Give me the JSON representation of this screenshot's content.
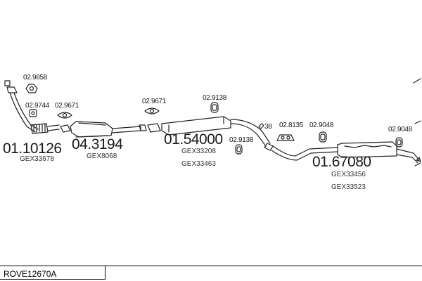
{
  "diagram": {
    "part_code": "ROVE12670A",
    "labels": {
      "l_29858": "02.9858",
      "l_29744": "02.9744",
      "l_29671a": "02.9671",
      "l_29671b": "02.9671",
      "l_29138a": "02.9138",
      "l_29138b": "02.9138",
      "l_28135": "02.8135",
      "l_29048a": "02.9048",
      "l_29048b": "02.9048",
      "l_38": "38",
      "b_0110126": "01.10126",
      "b_043194": "04.3194",
      "b_0154000": "01.54000",
      "b_0167080": "01.67080",
      "g_33678": "GEX33678",
      "g_8068": "GEX8068",
      "g_33208": "GEX33208",
      "g_33463": "GEX33463",
      "g_33456": "GEX33456",
      "g_33523": "GEX33523"
    }
  }
}
